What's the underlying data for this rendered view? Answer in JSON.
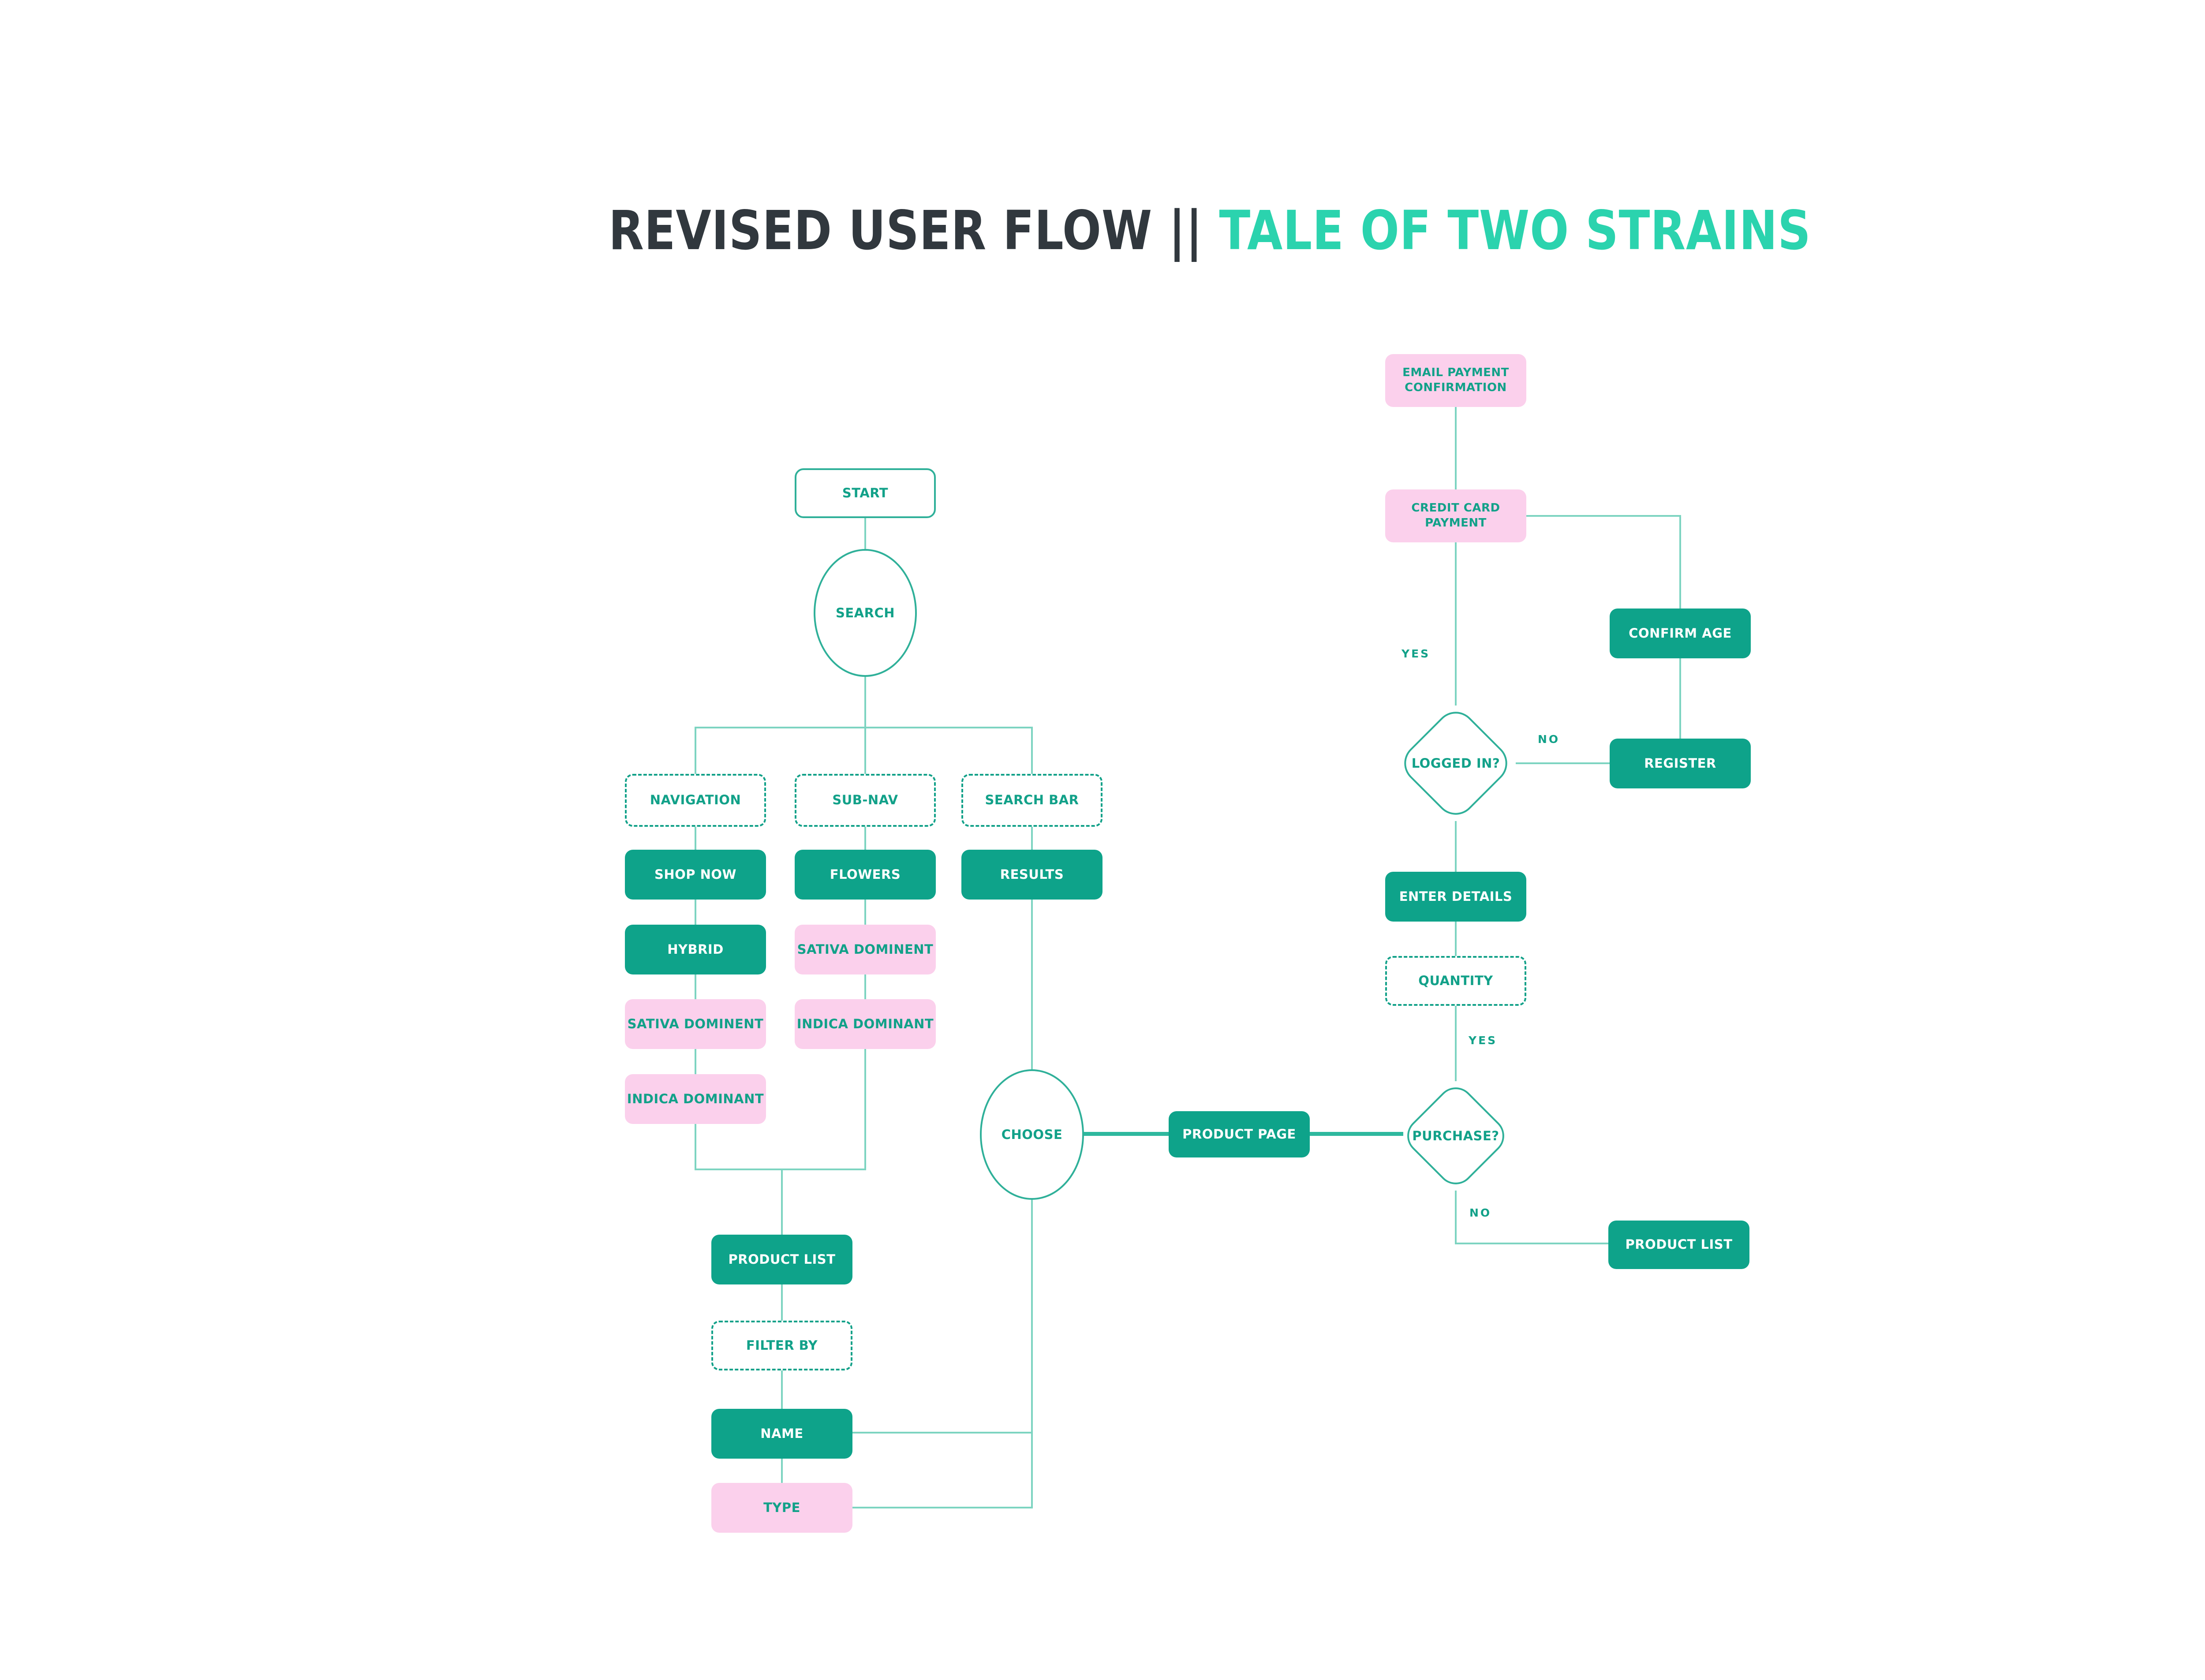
{
  "title": {
    "primary": "REVISED USER FLOW || ",
    "accent": "TALE OF TWO STRAINS"
  },
  "colors": {
    "node_green": "#0ea38a",
    "node_pink": "#fbd0ec",
    "teal_text": "#12a189",
    "line_teal": "#7dd4c1",
    "thick_line": "#2eb89e",
    "title_dark": "#31383e",
    "title_accent": "#2bd3ae",
    "background": "#ffffff"
  },
  "nodes": {
    "start": {
      "label": "START",
      "shape": "outlined-rect"
    },
    "search": {
      "label": "SEARCH",
      "shape": "ellipse"
    },
    "navigation": {
      "label": "NAVIGATION",
      "shape": "dashed-rect"
    },
    "sub_nav": {
      "label": "SUB-NAV",
      "shape": "dashed-rect"
    },
    "search_bar": {
      "label": "SEARCH BAR",
      "shape": "dashed-rect"
    },
    "shop_now": {
      "label": "SHOP NOW",
      "shape": "green-rect"
    },
    "flowers": {
      "label": "FLOWERS",
      "shape": "green-rect"
    },
    "results": {
      "label": "RESULTS",
      "shape": "green-rect"
    },
    "hybrid": {
      "label": "HYBRID",
      "shape": "green-rect"
    },
    "sativa_dominent_nav": {
      "label": "SATIVA DOMINENT",
      "shape": "pink-rect"
    },
    "indica_dominant_nav": {
      "label": "INDICA DOMINANT",
      "shape": "pink-rect"
    },
    "sativa_dominent_sub": {
      "label": "SATIVA DOMINENT",
      "shape": "pink-rect"
    },
    "indica_dominant_sub": {
      "label": "INDICA DOMINANT",
      "shape": "pink-rect"
    },
    "choose": {
      "label": "CHOOSE",
      "shape": "ellipse"
    },
    "product_list_left": {
      "label": "PRODUCT LIST",
      "shape": "green-rect"
    },
    "filter_by": {
      "label": "FILTER BY",
      "shape": "dashed-rect"
    },
    "name": {
      "label": "NAME",
      "shape": "green-rect"
    },
    "type": {
      "label": "TYPE",
      "shape": "pink-rect"
    },
    "email_payment_confirmation": {
      "label": "EMAIL PAYMENT CONFIRMATION",
      "shape": "pink-rect"
    },
    "credit_card_payment": {
      "label": "CREDIT CARD PAYMENT",
      "shape": "pink-rect"
    },
    "confirm_age": {
      "label": "CONFIRM AGE",
      "shape": "green-rect"
    },
    "register": {
      "label": "REGISTER",
      "shape": "green-rect"
    },
    "logged_in": {
      "label": "LOGGED IN?",
      "shape": "diamond"
    },
    "enter_details": {
      "label": "ENTER DETAILS",
      "shape": "green-rect"
    },
    "quantity": {
      "label": "QUANTITY",
      "shape": "dashed-rect"
    },
    "purchase": {
      "label": "PURCHASE?",
      "shape": "diamond"
    },
    "product_page": {
      "label": "PRODUCT PAGE",
      "shape": "green-rect"
    },
    "product_list_right": {
      "label": "PRODUCT LIST",
      "shape": "green-rect"
    }
  },
  "edge_labels": {
    "logged_in_yes": "YES",
    "logged_in_no": "NO",
    "purchase_yes": "YES",
    "purchase_no": "NO"
  }
}
